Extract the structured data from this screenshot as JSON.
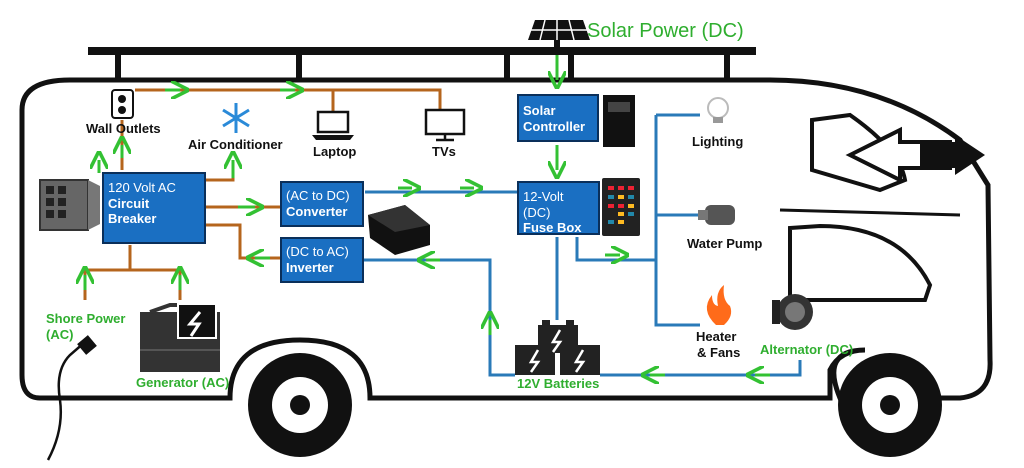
{
  "title": "Solar Power (DC)",
  "nodes": {
    "wall_outlets": "Wall Outlets",
    "air_conditioner": "Air Conditioner",
    "laptop": "Laptop",
    "tvs": "TVs",
    "lighting": "Lighting",
    "water_pump": "Water Pump",
    "heater_line1": "Heater",
    "heater_line2": "& Fans",
    "shore_power_line1": "Shore Power",
    "shore_power_line2": "(AC)",
    "generator": "Generator (AC)",
    "batteries": "12V Batteries",
    "alternator": "Alternator (DC)"
  },
  "boxes": {
    "solar_controller": [
      "Solar",
      "Controller"
    ],
    "breaker": [
      "120 Volt AC",
      "Circuit",
      "Breaker"
    ],
    "converter": [
      "(AC to DC)",
      "Converter"
    ],
    "inverter": [
      "(DC to AC)",
      "Inverter"
    ],
    "fuse_box": [
      "12-Volt (DC)",
      "Fuse Box"
    ]
  },
  "colors": {
    "ac_line": "#b5651d",
    "dc_line": "#2a7ab8",
    "arrow": "#33c133",
    "box_fill": "#1a6fc2",
    "label_green": "#2fae2f"
  }
}
